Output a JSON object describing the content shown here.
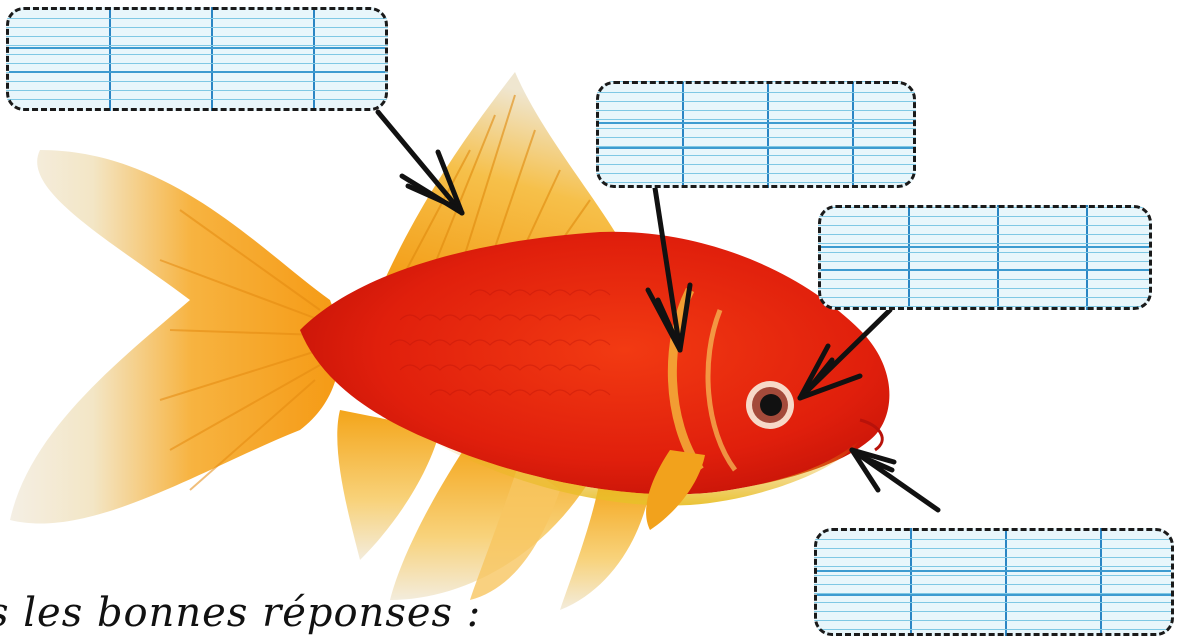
{
  "instruction_text": "s les bonnes réponses :",
  "labels": [
    {
      "id": "box-dorsal",
      "points_to": "dorsal fin",
      "value": ""
    },
    {
      "id": "box-body",
      "points_to": "body scales",
      "value": ""
    },
    {
      "id": "box-eye",
      "points_to": "eye",
      "value": ""
    },
    {
      "id": "box-mouth",
      "points_to": "mouth",
      "value": ""
    }
  ],
  "colors": {
    "fish_body": "#e8250f",
    "fish_fin": "#f5a21a",
    "fin_tip": "#f1ead8",
    "box_fill": "#e8f6fb",
    "box_rule": "#7fc8e4",
    "box_column": "#2b86c4",
    "arrow": "#111111"
  },
  "icons": [
    "goldfish-illustration",
    "arrow-icon"
  ]
}
